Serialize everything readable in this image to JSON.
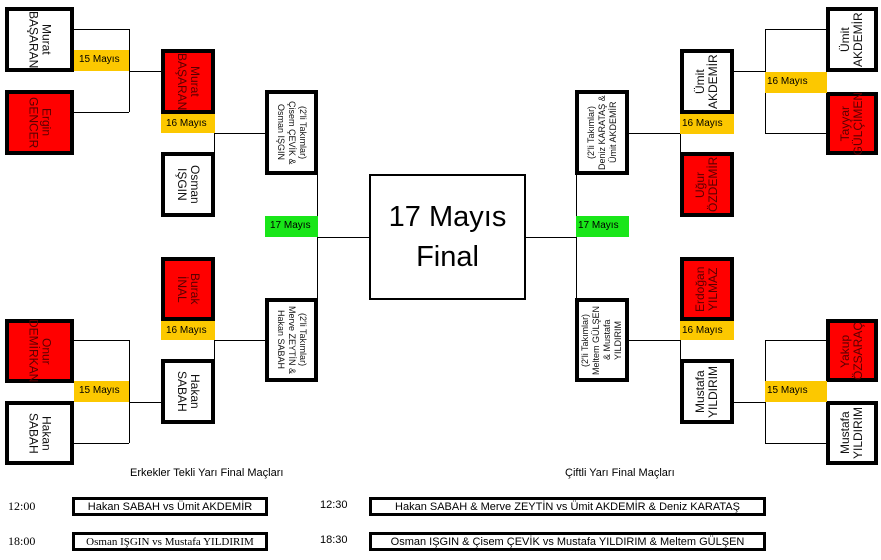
{
  "final": {
    "date": "17 Mayıs",
    "label": "Final"
  },
  "dates": {
    "d15": "15 Mayıs",
    "d16": "16 Mayıs",
    "d17": "17 Mayıs"
  },
  "left": {
    "r1a": "Murat BAŞARAN",
    "r1b": "Ergin GENCER",
    "r1c": "Onur DEMİRKAN",
    "r1d": "Hakan SABAH",
    "r2a": "Murat BAŞARAN",
    "r2b": "Osman IŞGIN",
    "r2c": "Burak İNAL",
    "r2d": "Hakan SABAH",
    "team_a": "(2'li Takımlar) Çisem ÇEVİK & Osman IŞGIN",
    "team_b": "(2'li Takımlar) Merve ZEYTİN & Hakan SABAH"
  },
  "right": {
    "r1a": "Ümit AKDEMİR",
    "r1b": "Tayyar GÜLÇİMEN",
    "r1c": "Yakup ÖZSARAÇ",
    "r1d": "Mustafa YILDIRIM",
    "r2a": "Ümit AKDEMİR",
    "r2b": "Uğur ÖZDEMİR",
    "r2c": "Erdoğan YILMAZ",
    "r2d": "Mustafa YILDIRIM",
    "team_a": "(2'li Takımlar) Deniz KARATAŞ & Ümit AKDEMİR",
    "team_b": "(2'li Takımlar) Meltem GÜLŞEN & Mustafa YILDIRIM"
  },
  "captions": {
    "singles": "Erkekler Tekli Yarı Final Maçları",
    "doubles": "Çiftli Yarı Final Maçları"
  },
  "schedule": [
    {
      "time": "12:00",
      "match": "Hakan SABAH vs Ümit AKDEMİR"
    },
    {
      "time": "18:00",
      "match": "Osman IŞGIN vs Mustafa YILDIRIM"
    },
    {
      "time": "12:30",
      "match": "Hakan SABAH & Merve ZEYTİN vs Ümit AKDEMİR & Deniz KARATAŞ"
    },
    {
      "time": "18:30",
      "match": "Osman IŞGIN & Çisem ÇEVİK vs Mustafa YILDIRIM & Meltem GÜLŞEN"
    }
  ],
  "colors": {
    "loser": "#ff0000",
    "date_r1_r2": "#fcc800",
    "date_final": "#19e619"
  }
}
